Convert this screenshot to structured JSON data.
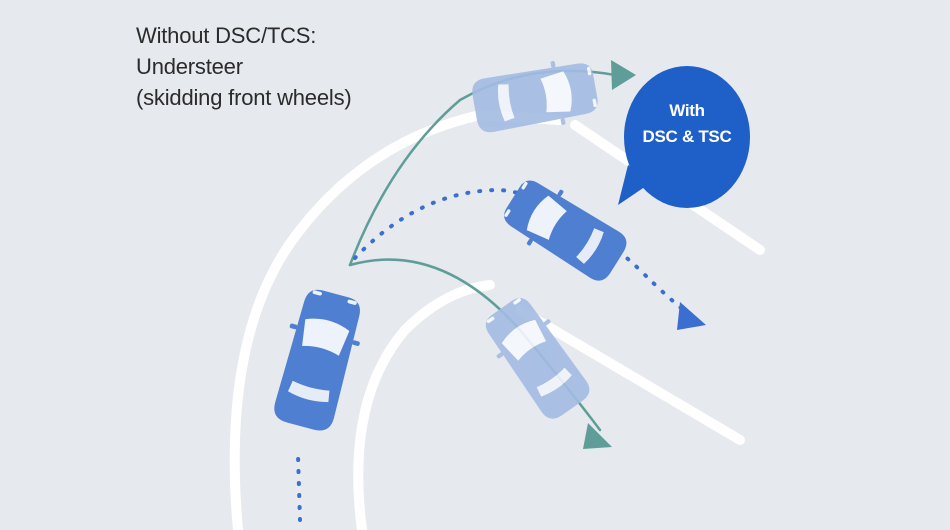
{
  "caption": {
    "line1": "Without DSC/TCS:",
    "line2": "Understeer",
    "line3": "(skidding front wheels)"
  },
  "bubble": {
    "line1": "With",
    "line2": "DSC & TSC"
  },
  "colors": {
    "background": "#e6e9ee",
    "road_edge": "#ffffff",
    "car_solid": "#4f7fd0",
    "car_faded": "#a3bce3",
    "bubble": "#1f5fc8",
    "path_green": "#5f9e98",
    "path_blue_dots": "#3b6fcf"
  },
  "icons": {
    "car": "car-top-view-icon",
    "arrow": "arrowhead-icon"
  }
}
